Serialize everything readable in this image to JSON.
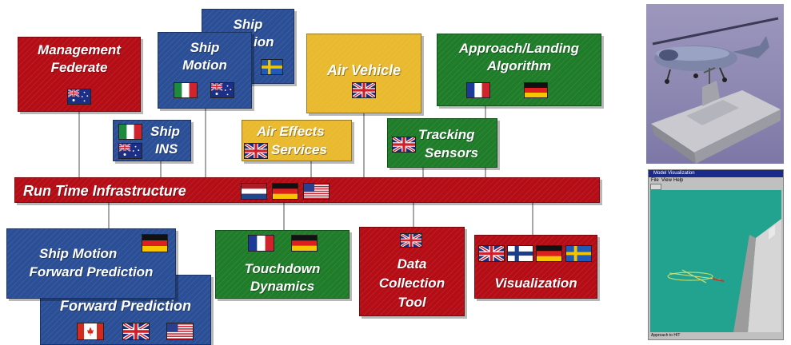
{
  "rti": {
    "label": "Run Time Infrastructure"
  },
  "boxes": {
    "ship_motion_back": {
      "line1": "Ship",
      "line2": "ion"
    },
    "ship_motion": {
      "line1": "Ship",
      "line2": "Motion"
    },
    "management_federate": {
      "line1": "Management",
      "line2": "Federate"
    },
    "air_vehicle": {
      "line1": "Air Vehicle"
    },
    "approach_landing": {
      "line1": "Approach/Landing",
      "line2": "Algorithm"
    },
    "ship_ins": {
      "line1": "Ship",
      "line2": "INS"
    },
    "air_effects": {
      "line1": "Air Effects",
      "line2": "Services"
    },
    "tracking_sensors": {
      "line1": "Tracking",
      "line2": "Sensors"
    },
    "ship_motion_forward": {
      "line1": "Ship Motion",
      "line2": "Forward Prediction"
    },
    "forward_prediction": {
      "line1": "Forward Prediction"
    },
    "touchdown_dynamics": {
      "line1": "Touchdown",
      "line2": "Dynamics"
    },
    "data_collection": {
      "line1": "Data",
      "line2": "Collection",
      "line3": "Tool"
    },
    "visualization": {
      "line1": "Visualization"
    }
  },
  "screenshot": {
    "title": "Model Visualization",
    "menu": [
      "File",
      "View",
      "Help"
    ],
    "status": "Approach to HIT"
  },
  "colors": {
    "blue": "#2b4f96",
    "red": "#b50d16",
    "green": "#1f7d2a",
    "yellow": "#e9b92e",
    "connector": "#a8a8a8"
  }
}
